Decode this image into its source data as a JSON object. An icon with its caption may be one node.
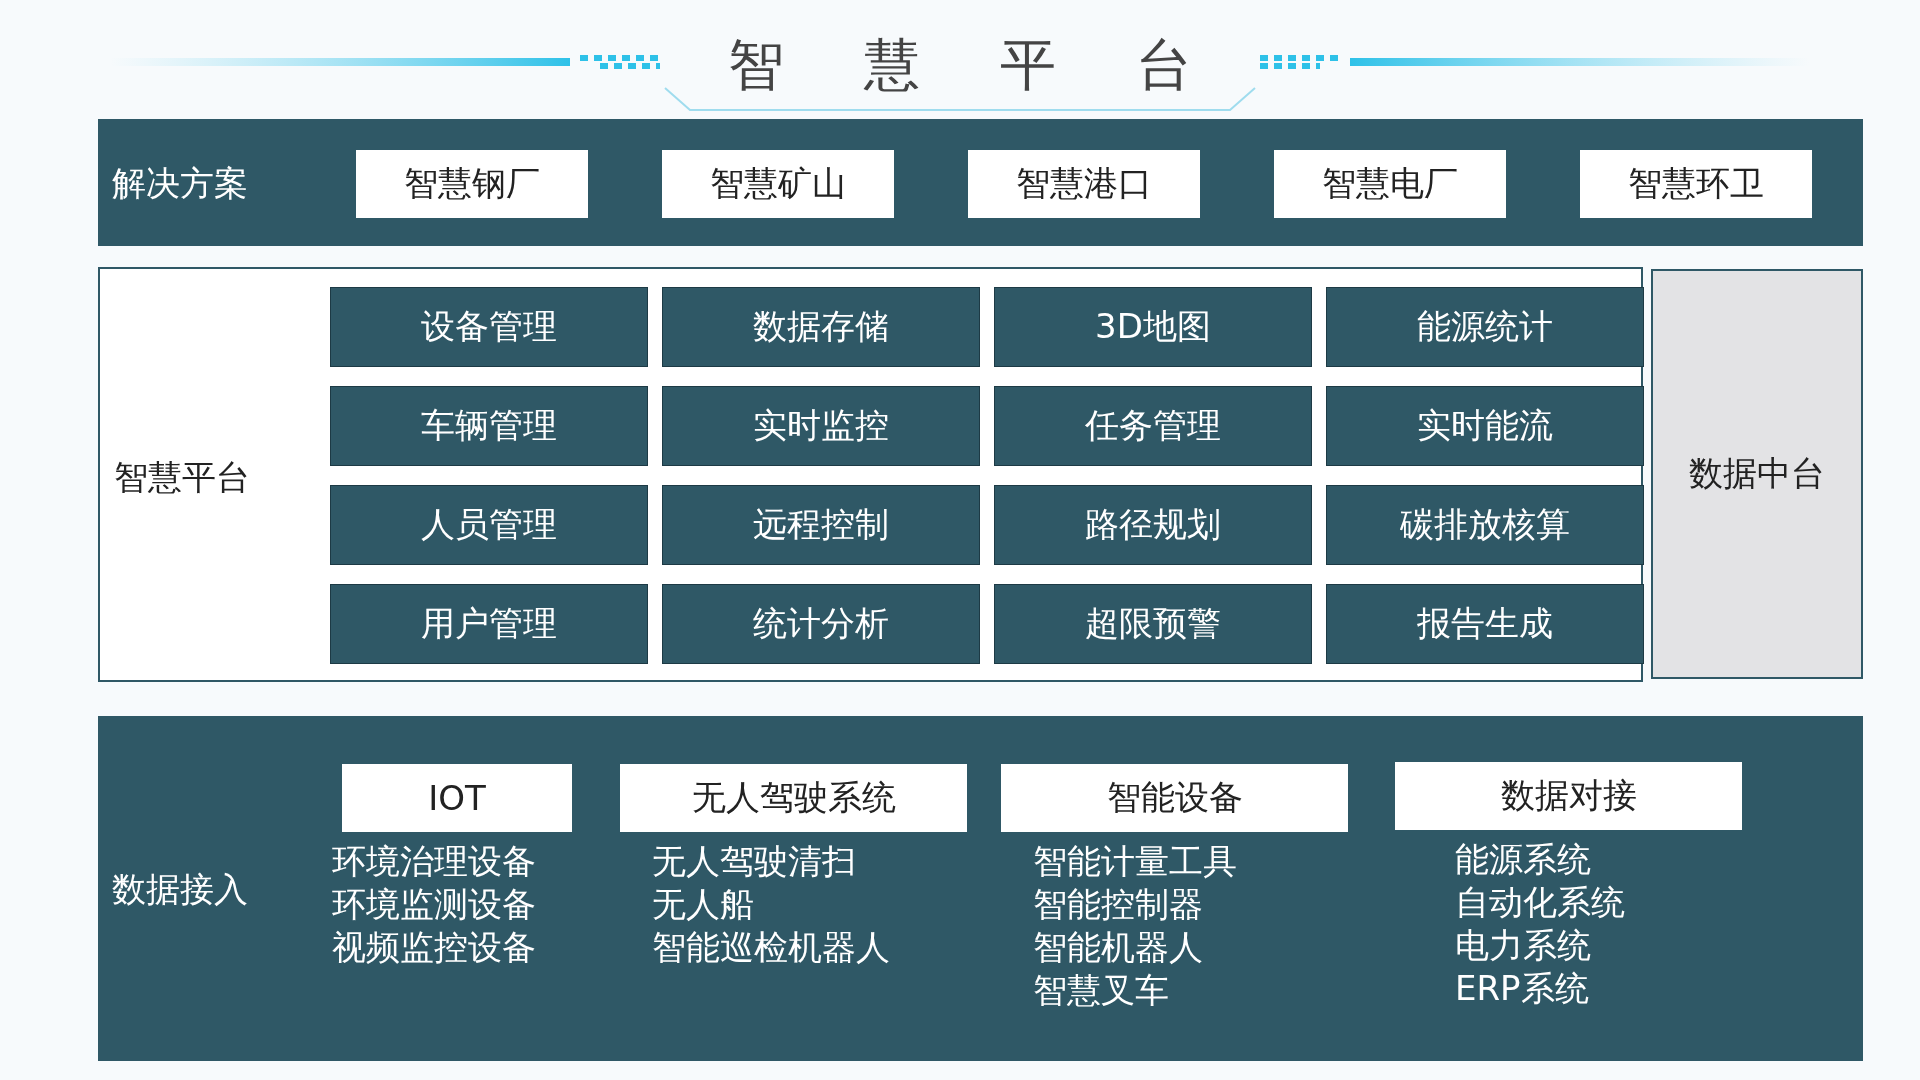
{
  "diagram": {
    "title": "智慧平台",
    "nodes": [
      {
        "text": [
          "解决方案"
        ]
      },
      {
        "text": [
          "智慧钢厂"
        ],
        "in": 0
      },
      {
        "text": [
          "智慧矿山"
        ],
        "in": 0
      },
      {
        "text": [
          "智慧港口"
        ],
        "in": 0
      },
      {
        "text": [
          "智慧电厂"
        ],
        "in": 0
      },
      {
        "text": [
          "智慧环卫"
        ],
        "in": 0
      },
      {
        "text": [
          "智慧平台"
        ]
      },
      {
        "text": [
          "设备管理"
        ],
        "in": 6
      },
      {
        "text": [
          "数据存储"
        ],
        "in": 6
      },
      {
        "text": [
          "3D地图"
        ],
        "in": 6
      },
      {
        "text": [
          "能源统计"
        ],
        "in": 6
      },
      {
        "text": [
          "车辆管理"
        ],
        "in": 6
      },
      {
        "text": [
          "实时监控"
        ],
        "in": 6
      },
      {
        "text": [
          "任务管理"
        ],
        "in": 6
      },
      {
        "text": [
          "实时能流"
        ],
        "in": 6
      },
      {
        "text": [
          "人员管理"
        ],
        "in": 6
      },
      {
        "text": [
          "远程控制"
        ],
        "in": 6
      },
      {
        "text": [
          "路径规划"
        ],
        "in": 6
      },
      {
        "text": [
          "碳排放核算"
        ],
        "in": 6
      },
      {
        "text": [
          "用户管理"
        ],
        "in": 6
      },
      {
        "text": [
          "统计分析"
        ],
        "in": 6
      },
      {
        "text": [
          "超限预警"
        ],
        "in": 6
      },
      {
        "text": [
          "报告生成"
        ],
        "in": 6
      },
      {
        "text": [
          "数据中台"
        ]
      },
      {
        "text": [
          "数据接入"
        ]
      },
      {
        "text": [
          "IOT"
        ],
        "in": 24,
        "beside": [
          "环境治理设备",
          "环境监测设备",
          "视频监控设备"
        ]
      },
      {
        "text": [
          "无人驾驶系统"
        ],
        "in": 24,
        "beside": [
          "无人驾驶清扫",
          "无人船",
          "智能巡检机器人"
        ]
      },
      {
        "text": [
          "智能设备"
        ],
        "in": 24,
        "beside": [
          "智能计量工具",
          "智能控制器",
          "智能机器人",
          "智慧叉车"
        ]
      },
      {
        "text": [
          "数据对接"
        ],
        "in": 24,
        "beside": [
          "能源系统",
          "自动化系统",
          "电力系统",
          "ERP系统"
        ]
      }
    ],
    "edges": []
  }
}
